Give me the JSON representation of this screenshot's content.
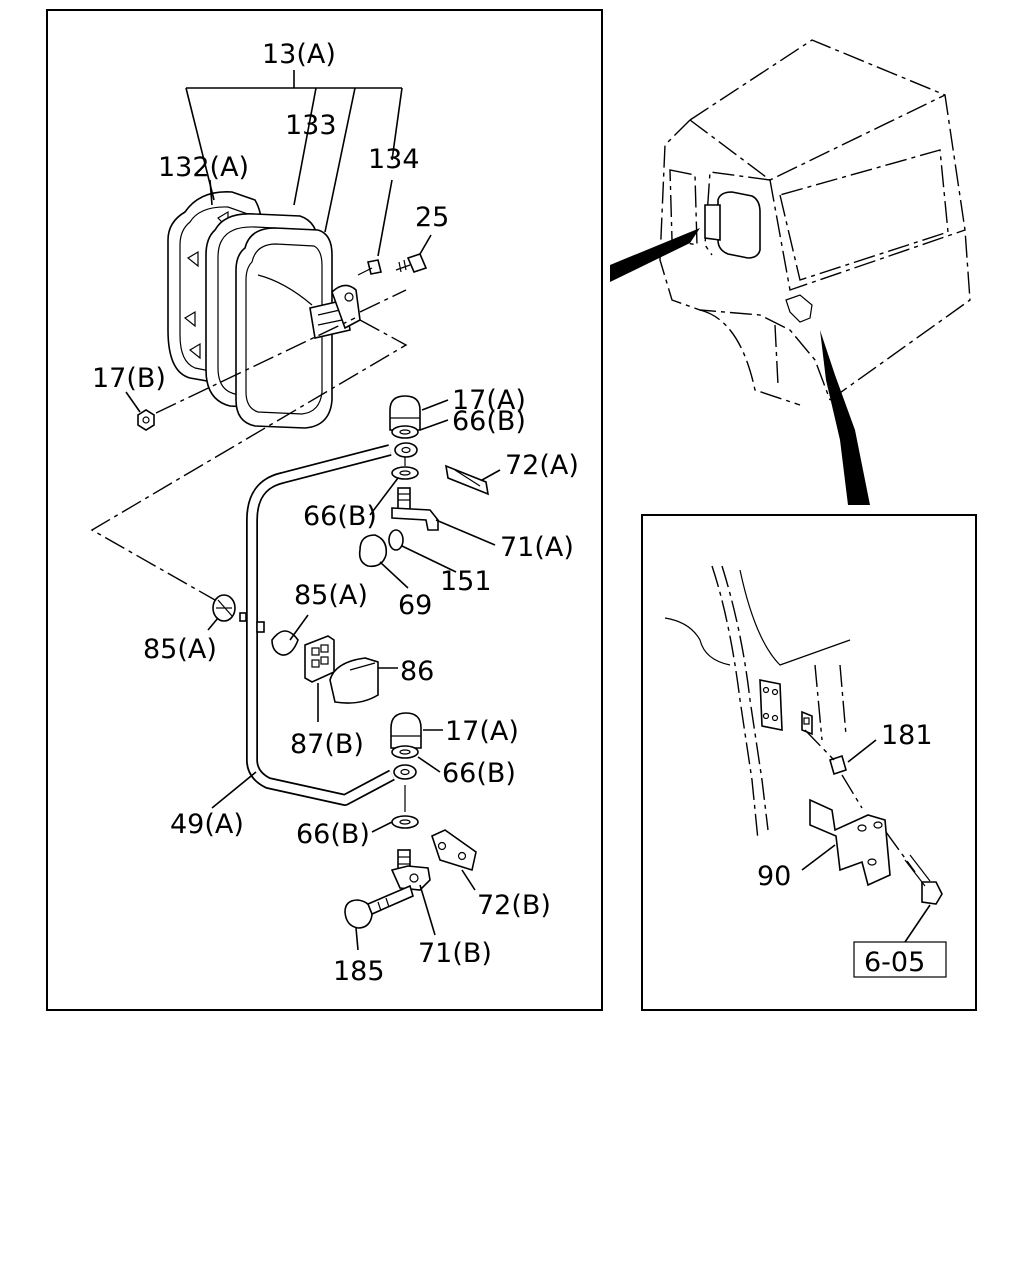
{
  "callouts": {
    "c13A": "13(A)",
    "c133": "133",
    "c132A": "132(A)",
    "c134": "134",
    "c25": "25",
    "c17B": "17(B)",
    "c17A_top": "17(A)",
    "c66B_1": "66(B)",
    "c72A": "72(A)",
    "c66B_2": "66(B)",
    "c71A": "71(A)",
    "c151": "151",
    "c69": "69",
    "c85A_1": "85(A)",
    "c85A_2": "85(A)",
    "c86": "86",
    "c87B": "87(B)",
    "c17A_mid": "17(A)",
    "c66B_3": "66(B)",
    "c49A": "49(A)",
    "c66B_4": "66(B)",
    "c72B": "72(B)",
    "c71B": "71(B)",
    "c185": "185",
    "c181": "181",
    "c90": "90",
    "ref605": "6-05"
  }
}
